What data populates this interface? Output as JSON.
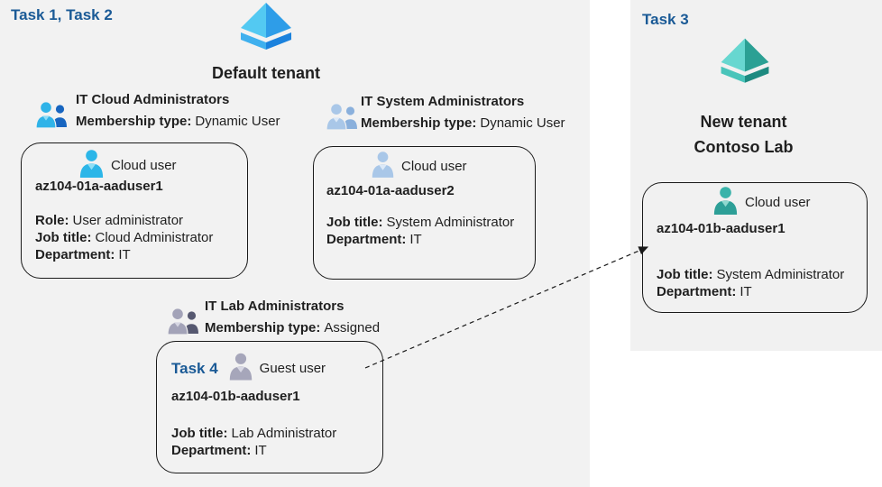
{
  "colors": {
    "task_label_blue": "#1a5a96",
    "text": "#1f1f1f",
    "left_panel_bg": "#f2f2f2",
    "right_panel_bg": "#f1f1f1",
    "card_border": "#1a1a1a",
    "azure_tenant_blue_light": "#53c9f2",
    "azure_tenant_blue_dark": "#2e9de8",
    "new_tenant_teal_light": "#67d7d0",
    "new_tenant_teal_dark": "#2ba094",
    "cloud_user_cyan": "#2cb6e8",
    "cloud_user_lightblue": "#a9c7e8",
    "guest_user_gray": "#a6a6ba",
    "cloud_user_teal": "#2d9f97"
  },
  "left_panel": {
    "task_label": "Task 1, Task 2",
    "tenant_icon": "azure-ad-tenant-icon",
    "tenant_name": "Default tenant",
    "groups": [
      {
        "icon": "group-users-icon",
        "title": "IT Cloud Administrators",
        "membership_label": "Membership type:",
        "membership_value": "Dynamic User",
        "card": {
          "user_icon": "cloud-user-icon",
          "user_type": "Cloud user",
          "username": "az104-01a-aaduser1",
          "fields": [
            {
              "label": "Role:",
              "value": "User administrator"
            },
            {
              "label": "Job title:",
              "value": "Cloud Administrator"
            },
            {
              "label": "Department:",
              "value": "IT"
            }
          ]
        }
      },
      {
        "icon": "group-users-icon",
        "title": "IT System Administrators",
        "membership_label": "Membership type:",
        "membership_value": "Dynamic User",
        "card": {
          "user_icon": "cloud-user-icon",
          "user_type": "Cloud user",
          "username": "az104-01a-aaduser2",
          "fields": [
            {
              "label": "Job title:",
              "value": "System Administrator"
            },
            {
              "label": "Department:",
              "value": "IT"
            }
          ]
        }
      },
      {
        "icon": "group-users-icon",
        "title": "IT Lab Administrators",
        "membership_label": "Membership type:",
        "membership_value": "Assigned",
        "card": {
          "task_label": "Task 4",
          "user_icon": "guest-user-icon",
          "user_type": "Guest user",
          "username": "az104-01b-aaduser1",
          "fields": [
            {
              "label": "Job title:",
              "value": "Lab Administrator"
            },
            {
              "label": "Department:",
              "value": "IT"
            }
          ]
        }
      }
    ]
  },
  "right_panel": {
    "task_label": "Task 3",
    "tenant_icon": "azure-ad-tenant-icon-teal",
    "tenant_name_line1": "New tenant",
    "tenant_name_line2": "Contoso Lab",
    "card": {
      "user_icon": "cloud-user-icon",
      "user_type": "Cloud user",
      "username": "az104-01b-aaduser1",
      "fields": [
        {
          "label": "Job title:",
          "value": "System Administrator"
        },
        {
          "label": "Department:",
          "value": "IT"
        }
      ]
    }
  },
  "connector": {
    "type": "dashed-arrow",
    "from": "guest-user-card",
    "to": "new-tenant-cloud-user-card"
  }
}
